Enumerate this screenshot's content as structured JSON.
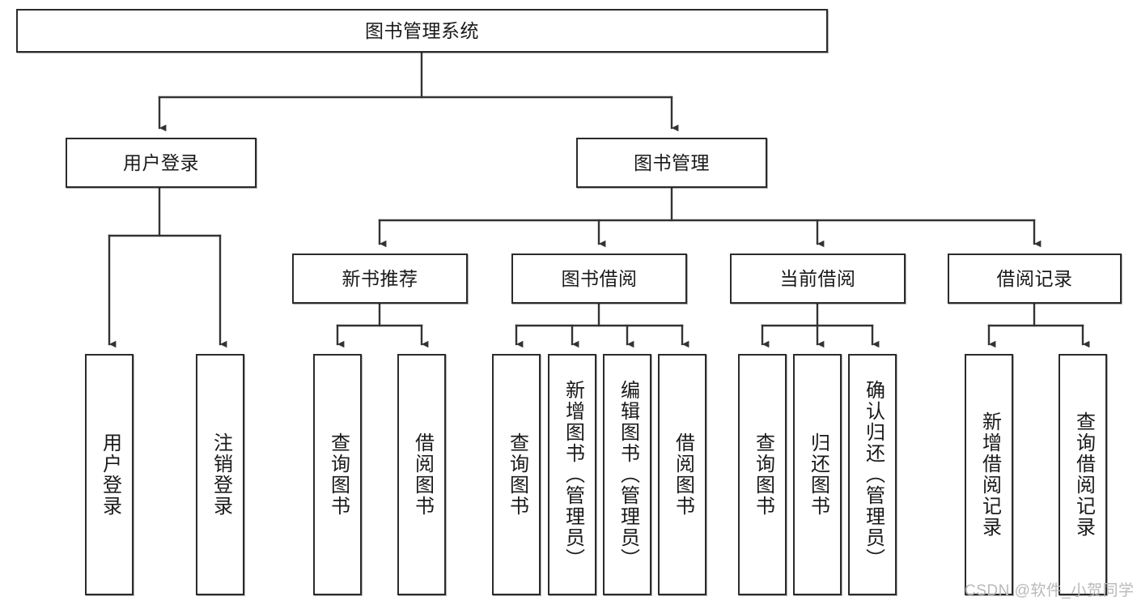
{
  "diagram": {
    "type": "tree-hierarchy",
    "title": "图书管理系统",
    "watermark": "CSDN @软件_小贺同学",
    "colors": {
      "node_border": "#2b2b2b",
      "node_fill": "#ffffff",
      "edge": "#333333",
      "text": "#1a1a1a",
      "watermark": "#b9b9b9",
      "background": "#ffffff"
    },
    "nodes": {
      "root": {
        "label": "图书管理系统"
      },
      "level2": [
        {
          "id": "user-login",
          "label": "用户登录"
        },
        {
          "id": "book-manage",
          "label": "图书管理"
        }
      ],
      "level3": [
        {
          "id": "new-book-recommend",
          "label": "新书推荐"
        },
        {
          "id": "book-borrow",
          "label": "图书借阅"
        },
        {
          "id": "current-borrow",
          "label": "当前借阅"
        },
        {
          "id": "borrow-record",
          "label": "借阅记录"
        }
      ],
      "leaves": {
        "user-login": [
          {
            "id": "leaf-user-login",
            "label": "用户登录"
          },
          {
            "id": "leaf-logout-login",
            "label": "注销登录"
          }
        ],
        "new-book-recommend": [
          {
            "id": "leaf-query-book-1",
            "label": "查询图书"
          },
          {
            "id": "leaf-borrow-book-1",
            "label": "借阅图书"
          }
        ],
        "book-borrow": [
          {
            "id": "leaf-query-book-2",
            "label": "查询图书"
          },
          {
            "id": "leaf-add-book-admin",
            "label": "新增图书（管理员）"
          },
          {
            "id": "leaf-edit-book-admin",
            "label": "编辑图书（管理员）"
          },
          {
            "id": "leaf-borrow-book-2",
            "label": "借阅图书"
          }
        ],
        "current-borrow": [
          {
            "id": "leaf-query-book-3",
            "label": "查询图书"
          },
          {
            "id": "leaf-return-book",
            "label": "归还图书"
          },
          {
            "id": "leaf-confirm-return-admin",
            "label": "确认归还（管理员）"
          }
        ],
        "borrow-record": [
          {
            "id": "leaf-add-borrow-record",
            "label": "新增借阅记录"
          },
          {
            "id": "leaf-query-borrow-record",
            "label": "查询借阅记录"
          }
        ]
      }
    }
  }
}
